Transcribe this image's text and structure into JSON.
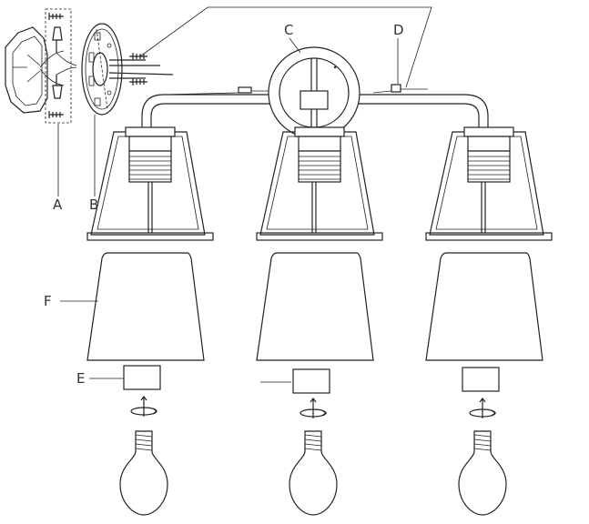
{
  "labels": {
    "a": "A",
    "b": "B",
    "c": "C",
    "d": "D",
    "e": "E",
    "f": "F"
  },
  "colors": {
    "line": "#222222",
    "background": "#ffffff",
    "label": "#333333"
  }
}
